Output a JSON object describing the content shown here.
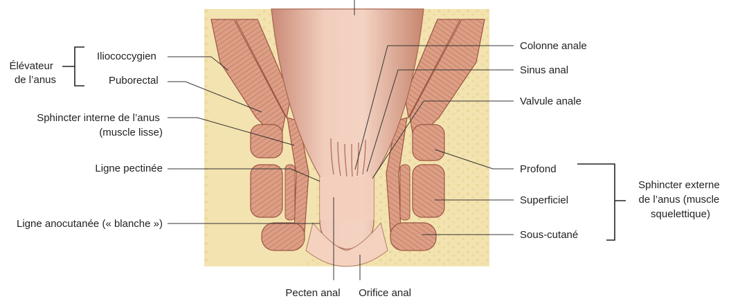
{
  "labels": {
    "levator_group": [
      "Élévateur",
      "de l’anus"
    ],
    "iliococcygeus": "Iliococcygien",
    "puborectalis": "Puborectal",
    "internal_sphincter": [
      "Sphincter interne de l’anus",
      "(muscle lisse)"
    ],
    "pectinate_line": "Ligne pectinée",
    "anocutaneous_line": "Ligne anocutanée (« blanche »)",
    "anal_column": "Colonne anale",
    "anal_sinus": "Sinus anal",
    "anal_valve": "Valvule anale",
    "deep": "Profond",
    "superficial": "Superficiel",
    "subcutaneous": "Sous-cutané",
    "external_sphincter_group": [
      "Sphincter externe",
      "de l’anus (muscle",
      "squelettique)"
    ],
    "anal_pecten": "Pecten anal",
    "anal_orifice": "Orifice anal"
  },
  "colors": {
    "fat_background": "#f3e3b0",
    "fat_dots": "#e7cf8a",
    "muscle": "#d89a82",
    "muscle_stripes": "#b86a55",
    "muscle_outline": "#9a5442",
    "mucosa": "#e7b19e",
    "lumen": "#efc8b8",
    "skin": "#f4d2bf"
  }
}
